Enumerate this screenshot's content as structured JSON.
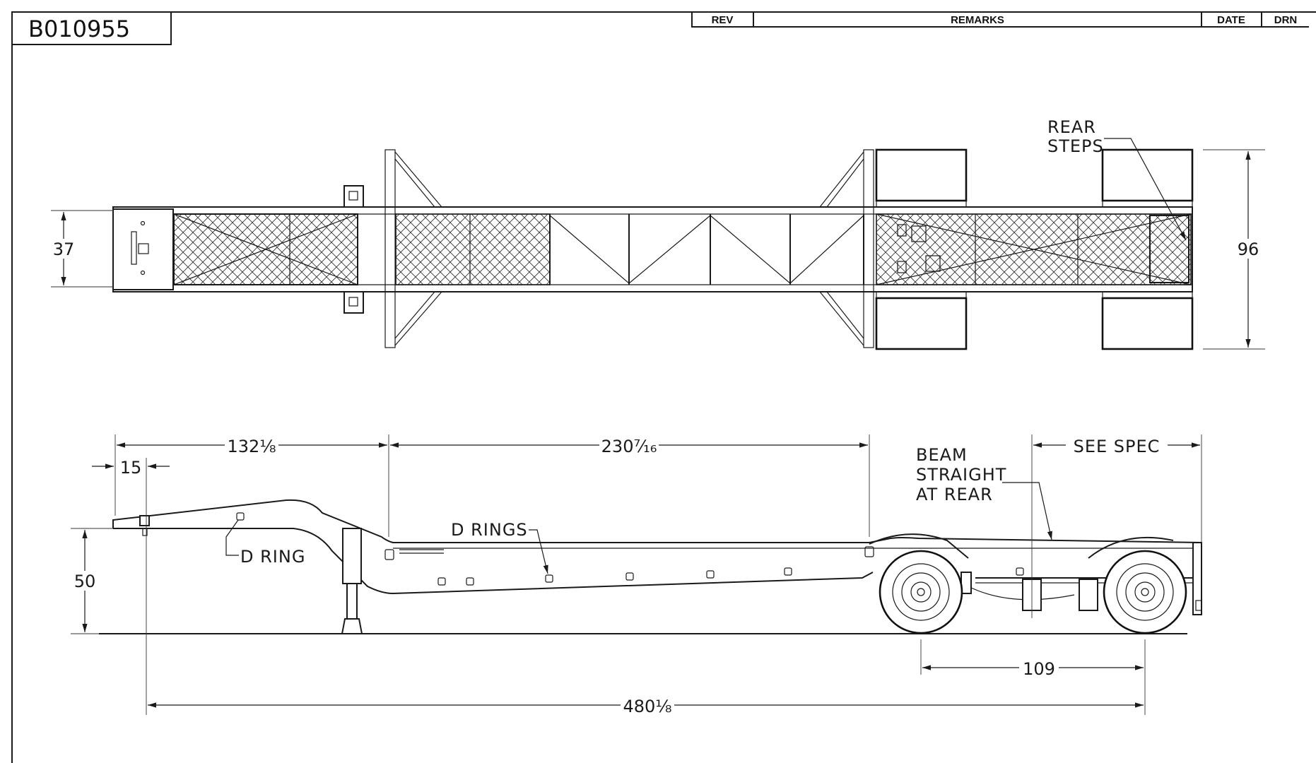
{
  "drawing_number": "B010955",
  "title_block": {
    "rev": "REV",
    "remarks": "REMARKS",
    "date": "DATE",
    "drn": "DRN"
  },
  "top_view": {
    "dim_width_deck": "37",
    "dim_overall_width": "96",
    "label_rear_steps_1": "REAR",
    "label_rear_steps_2": "STEPS"
  },
  "side_view": {
    "dim_gooseneck": "132⅛",
    "dim_deck": "230⁷⁄₁₆",
    "dim_see_spec": "SEE SPEC",
    "dim_kingpin": "15",
    "dim_height": "50",
    "dim_axle_spread": "109",
    "dim_overall": "480⅛",
    "label_d_ring": "D RING",
    "label_d_rings": "D RINGS",
    "label_beam_1": "BEAM",
    "label_beam_2": "STRAIGHT",
    "label_beam_3": "AT REAR"
  }
}
